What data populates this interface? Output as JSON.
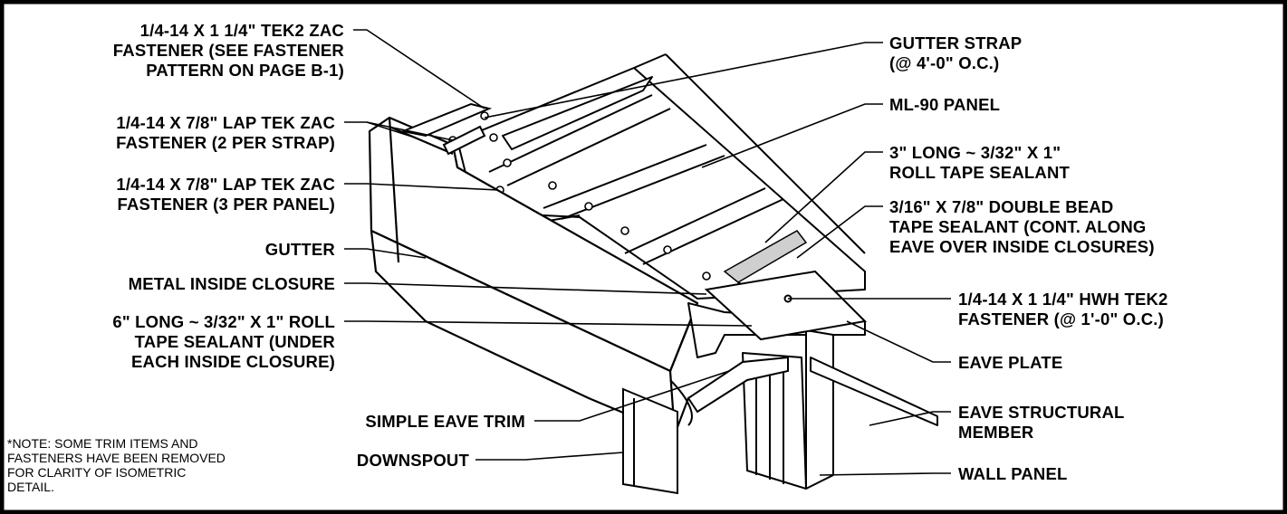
{
  "labels": {
    "tek2_zac_fastener": "1/4-14 X 1 1/4\" TEK2 ZAC\nFASTENER (SEE FASTENER\nPATTERN ON PAGE B-1)",
    "lap_tek_2_per_strap": "1/4-14 X 7/8\" LAP TEK ZAC\nFASTENER (2 PER STRAP)",
    "lap_tek_3_per_panel": "1/4-14 X 7/8\" LAP TEK ZAC\nFASTENER (3 PER PANEL)",
    "gutter": "GUTTER",
    "metal_inside_closure": "METAL INSIDE CLOSURE",
    "roll_tape_6in": "6\" LONG ~ 3/32\" X 1\" ROLL\nTAPE SEALANT (UNDER\nEACH INSIDE CLOSURE)",
    "simple_eave_trim": "SIMPLE EAVE TRIM",
    "downspout": "DOWNSPOUT",
    "gutter_strap": "GUTTER STRAP\n(@ 4'-0\" O.C.)",
    "ml90_panel": "ML-90 PANEL",
    "roll_tape_3in": "3\" LONG ~ 3/32\" X 1\"\nROLL TAPE SEALANT",
    "double_bead_tape": "3/16\" X 7/8\" DOUBLE BEAD\nTAPE SEALANT (CONT. ALONG\nEAVE OVER INSIDE CLOSURES)",
    "hwh_tek2_fastener": "1/4-14 X 1 1/4\" HWH TEK2\nFASTENER (@ 1'-0\" O.C.)",
    "eave_plate": "EAVE PLATE",
    "eave_structural_member": "EAVE STRUCTURAL\nMEMBER",
    "wall_panel": "WALL PANEL"
  },
  "note": "*NOTE: SOME TRIM ITEMS AND\nFASTENERS HAVE BEEN REMOVED\nFOR CLARITY OF ISOMETRIC\nDETAIL."
}
